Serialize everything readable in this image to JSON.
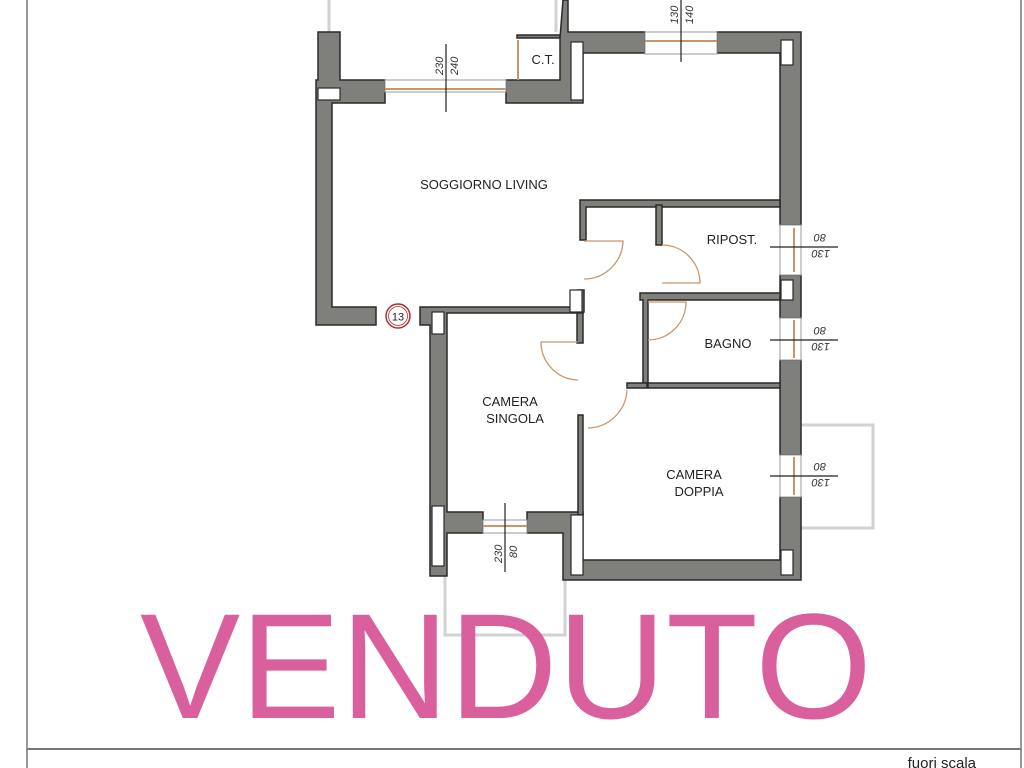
{
  "plan": {
    "rooms": {
      "living": "SOGGIORNO LIVING",
      "ct": "C.T.",
      "ripost": "RIPOST.",
      "bagno": "BAGNO",
      "singola_1": "CAMERA",
      "singola_2": "SINGOLA",
      "doppia_1": "CAMERA",
      "doppia_2": "DOPPIA"
    },
    "dimensions": {
      "living_window": [
        "230",
        "240"
      ],
      "top_window": [
        "130",
        "140"
      ],
      "ripost_window": [
        "80",
        "130"
      ],
      "bagno_window": [
        "80",
        "130"
      ],
      "doppia_window": [
        "80",
        "130"
      ],
      "singola_window": [
        "230",
        "80"
      ]
    },
    "unit_number": "13",
    "stamp": "VENDUTO",
    "scale_note": "fuori scala"
  },
  "colors": {
    "stamp": "#d9609c",
    "walls": "#7f7f7b",
    "openings": "#c8966a",
    "unit_marker": "#b03030"
  }
}
